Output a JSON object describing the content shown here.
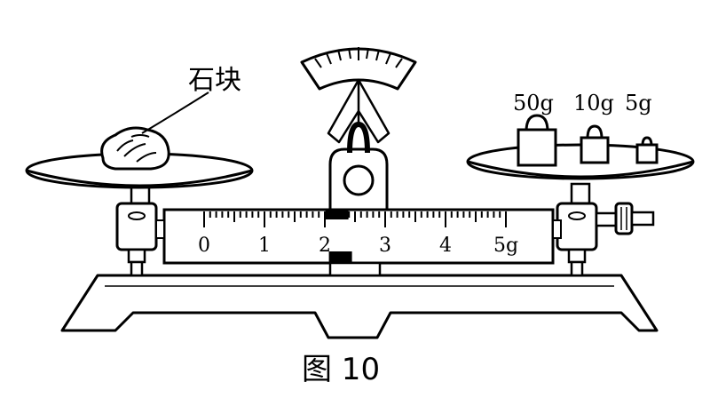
{
  "figure": {
    "caption": "图 10",
    "object_label": "石块",
    "weights": [
      {
        "label": "50g"
      },
      {
        "label": "10g"
      },
      {
        "label": "5g"
      }
    ],
    "scale_ticks": [
      "0",
      "1",
      "2",
      "3",
      "4",
      "5g"
    ],
    "rider_value": 2.2
  }
}
